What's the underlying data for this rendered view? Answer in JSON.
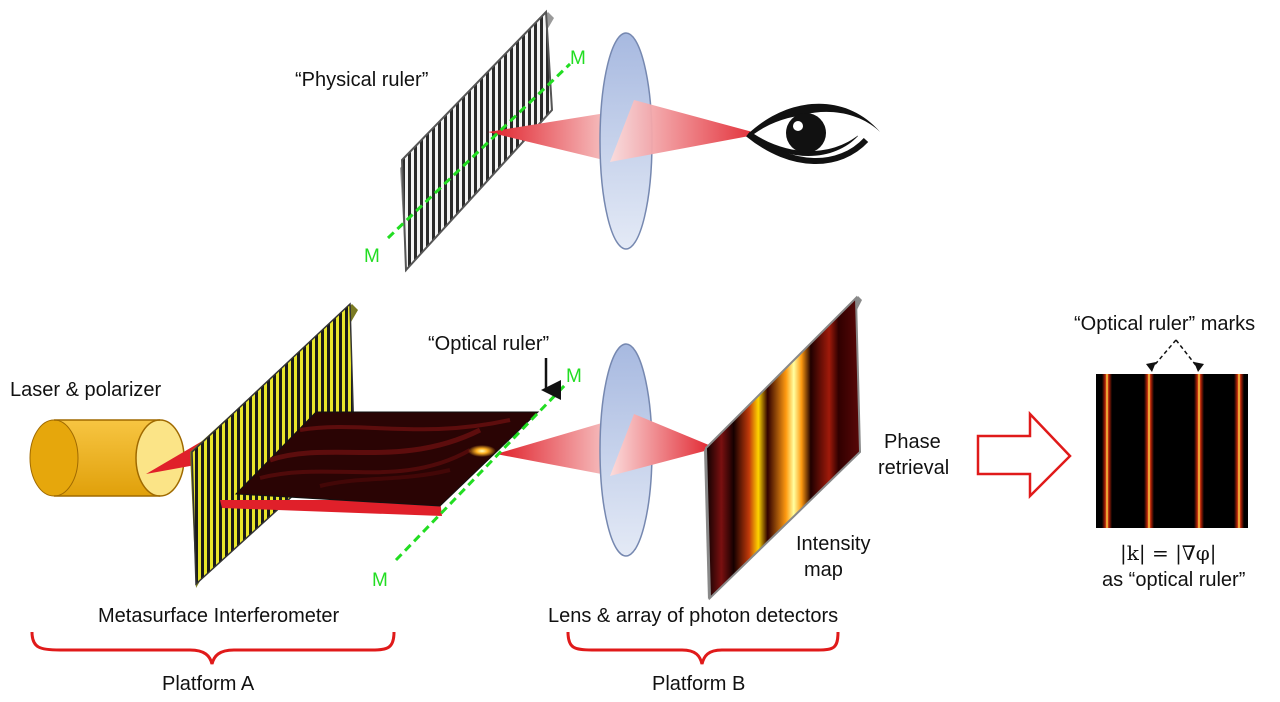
{
  "labels": {
    "physical_ruler": "“Physical ruler”",
    "optical_ruler": "“Optical ruler”",
    "laser": "Laser & polarizer",
    "metasurface": "Metasurface Interferometer",
    "lens_array": "Lens & array of photon detectors",
    "platform_a": "Platform A",
    "platform_b": "Platform B",
    "intensity_line1": "Intensity",
    "intensity_line2": "map",
    "phase_line1": "Phase",
    "phase_line2": "retrieval",
    "ruler_marks": "“Optical ruler” marks",
    "formula": "|k| = |∇φ|",
    "formula_caption": "as “optical ruler”",
    "m_marker": "M"
  },
  "colors": {
    "beam": "#e0202a",
    "laser_body": "#f2b40e",
    "grating": "#e8e52a",
    "lens": "#b6c6e4",
    "brace": "#e01a1a",
    "axis_line": "#22dd22"
  }
}
